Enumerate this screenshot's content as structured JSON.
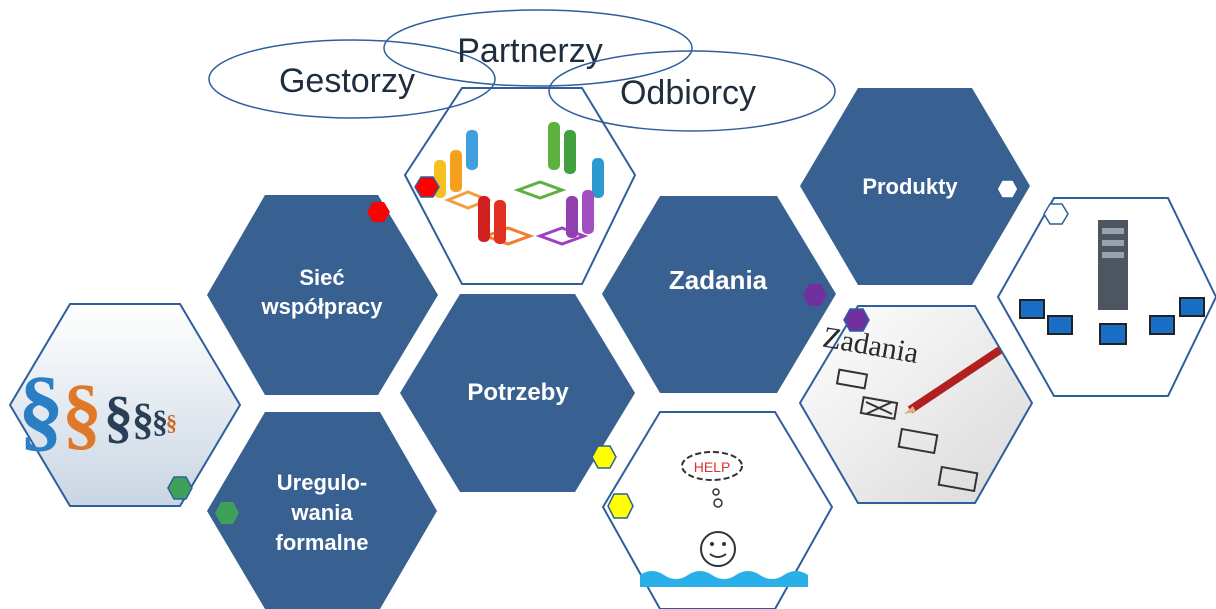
{
  "ovals": {
    "gestorzy": "Gestorzy",
    "partnerzy": "Partnerzy",
    "odbiorcy": "Odbiorcy"
  },
  "hexagons": {
    "siec": [
      "Sieć",
      "współpracy"
    ],
    "potrzeby": "Potrzeby",
    "zadania": "Zadania",
    "produkty": "Produkty",
    "uregulowania": [
      "Uregulo-",
      "wania",
      "formalne"
    ]
  },
  "images": {
    "help_bubble": "HELP",
    "zadania_sheet": "Zadania"
  },
  "colors": {
    "hex_fill": "#386191",
    "outline": "#2e5f9c",
    "red": "#ff0000",
    "yellow": "#ffff00",
    "green": "#3fa05a",
    "purple": "#7030a0"
  }
}
